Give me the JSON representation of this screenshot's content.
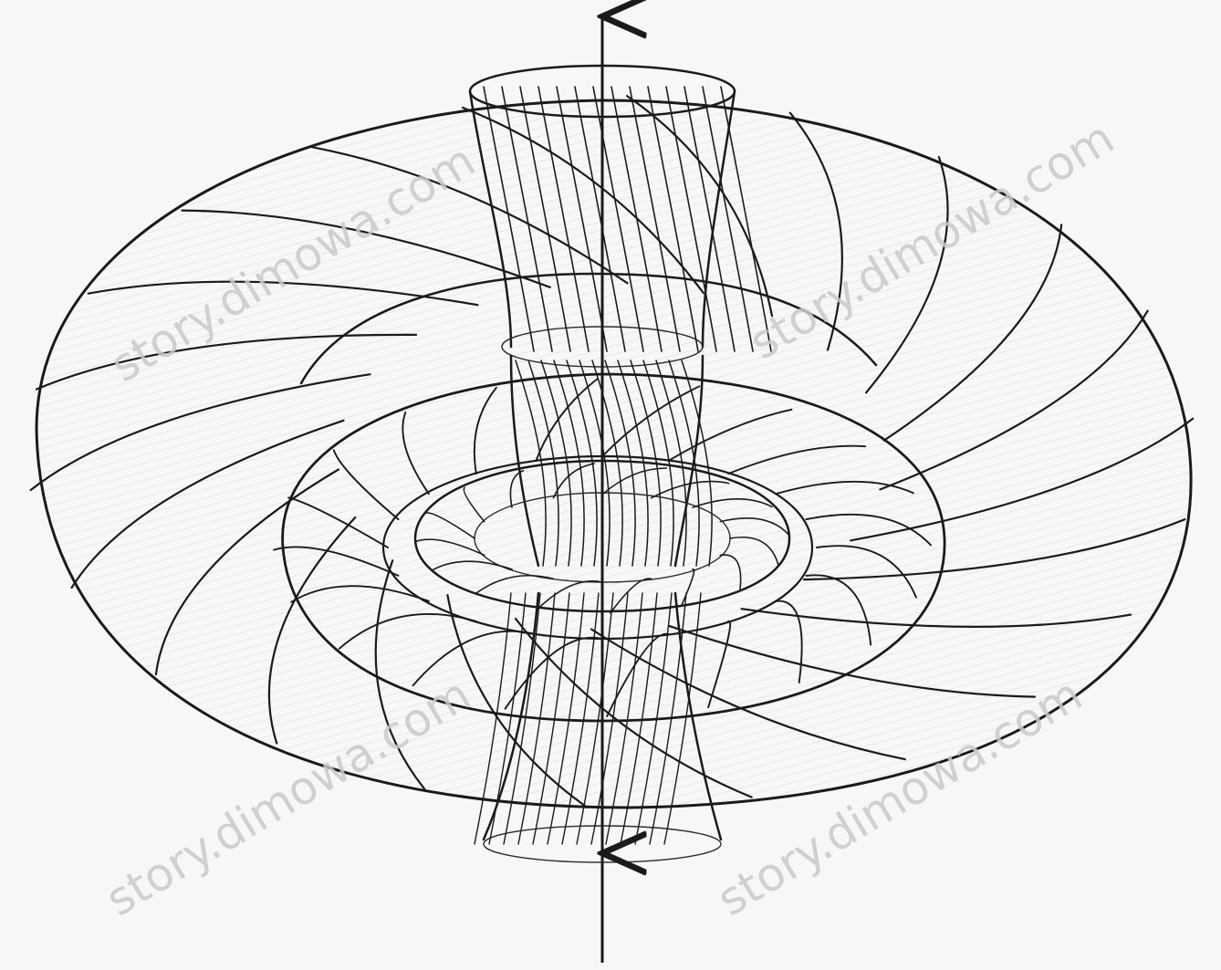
{
  "figure": {
    "subject": "magnetic field lines on nested toroidal surfaces around a vertical axis",
    "watermarks": [
      "story.dimowa.com",
      "story.dimowa.com",
      "story.dimowa.com",
      "story.dimowa.com"
    ]
  }
}
